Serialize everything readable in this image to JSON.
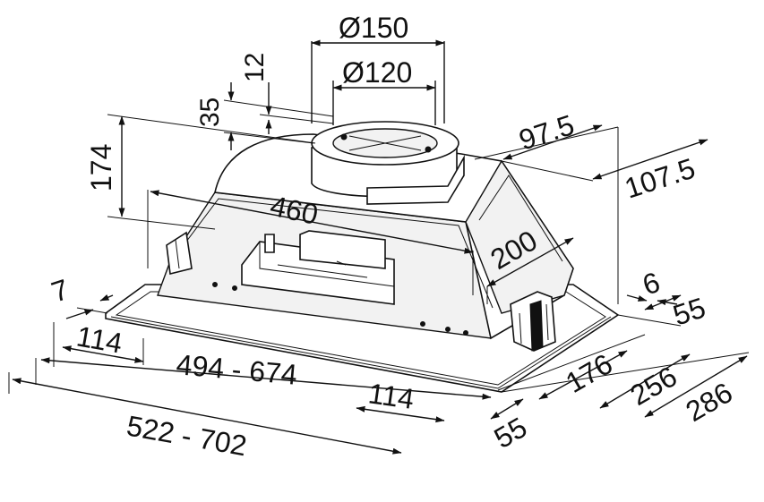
{
  "dimensions": {
    "duct_outer": "Ø150",
    "duct_inner": "Ø120",
    "height_12": "12",
    "height_35": "35",
    "height_174": "174",
    "width_460": "460",
    "depth_200": "200",
    "offset_97_5": "97.5",
    "offset_107_5": "107.5",
    "offset_7": "7",
    "offset_6": "6",
    "side_55_right": "55",
    "edge_114_left": "114",
    "range_494_674": "494 - 674",
    "edge_114_front": "114",
    "range_522_702": "522 - 702",
    "depth_176": "176",
    "depth_256": "256",
    "depth_286": "286",
    "side_55_front": "55"
  }
}
